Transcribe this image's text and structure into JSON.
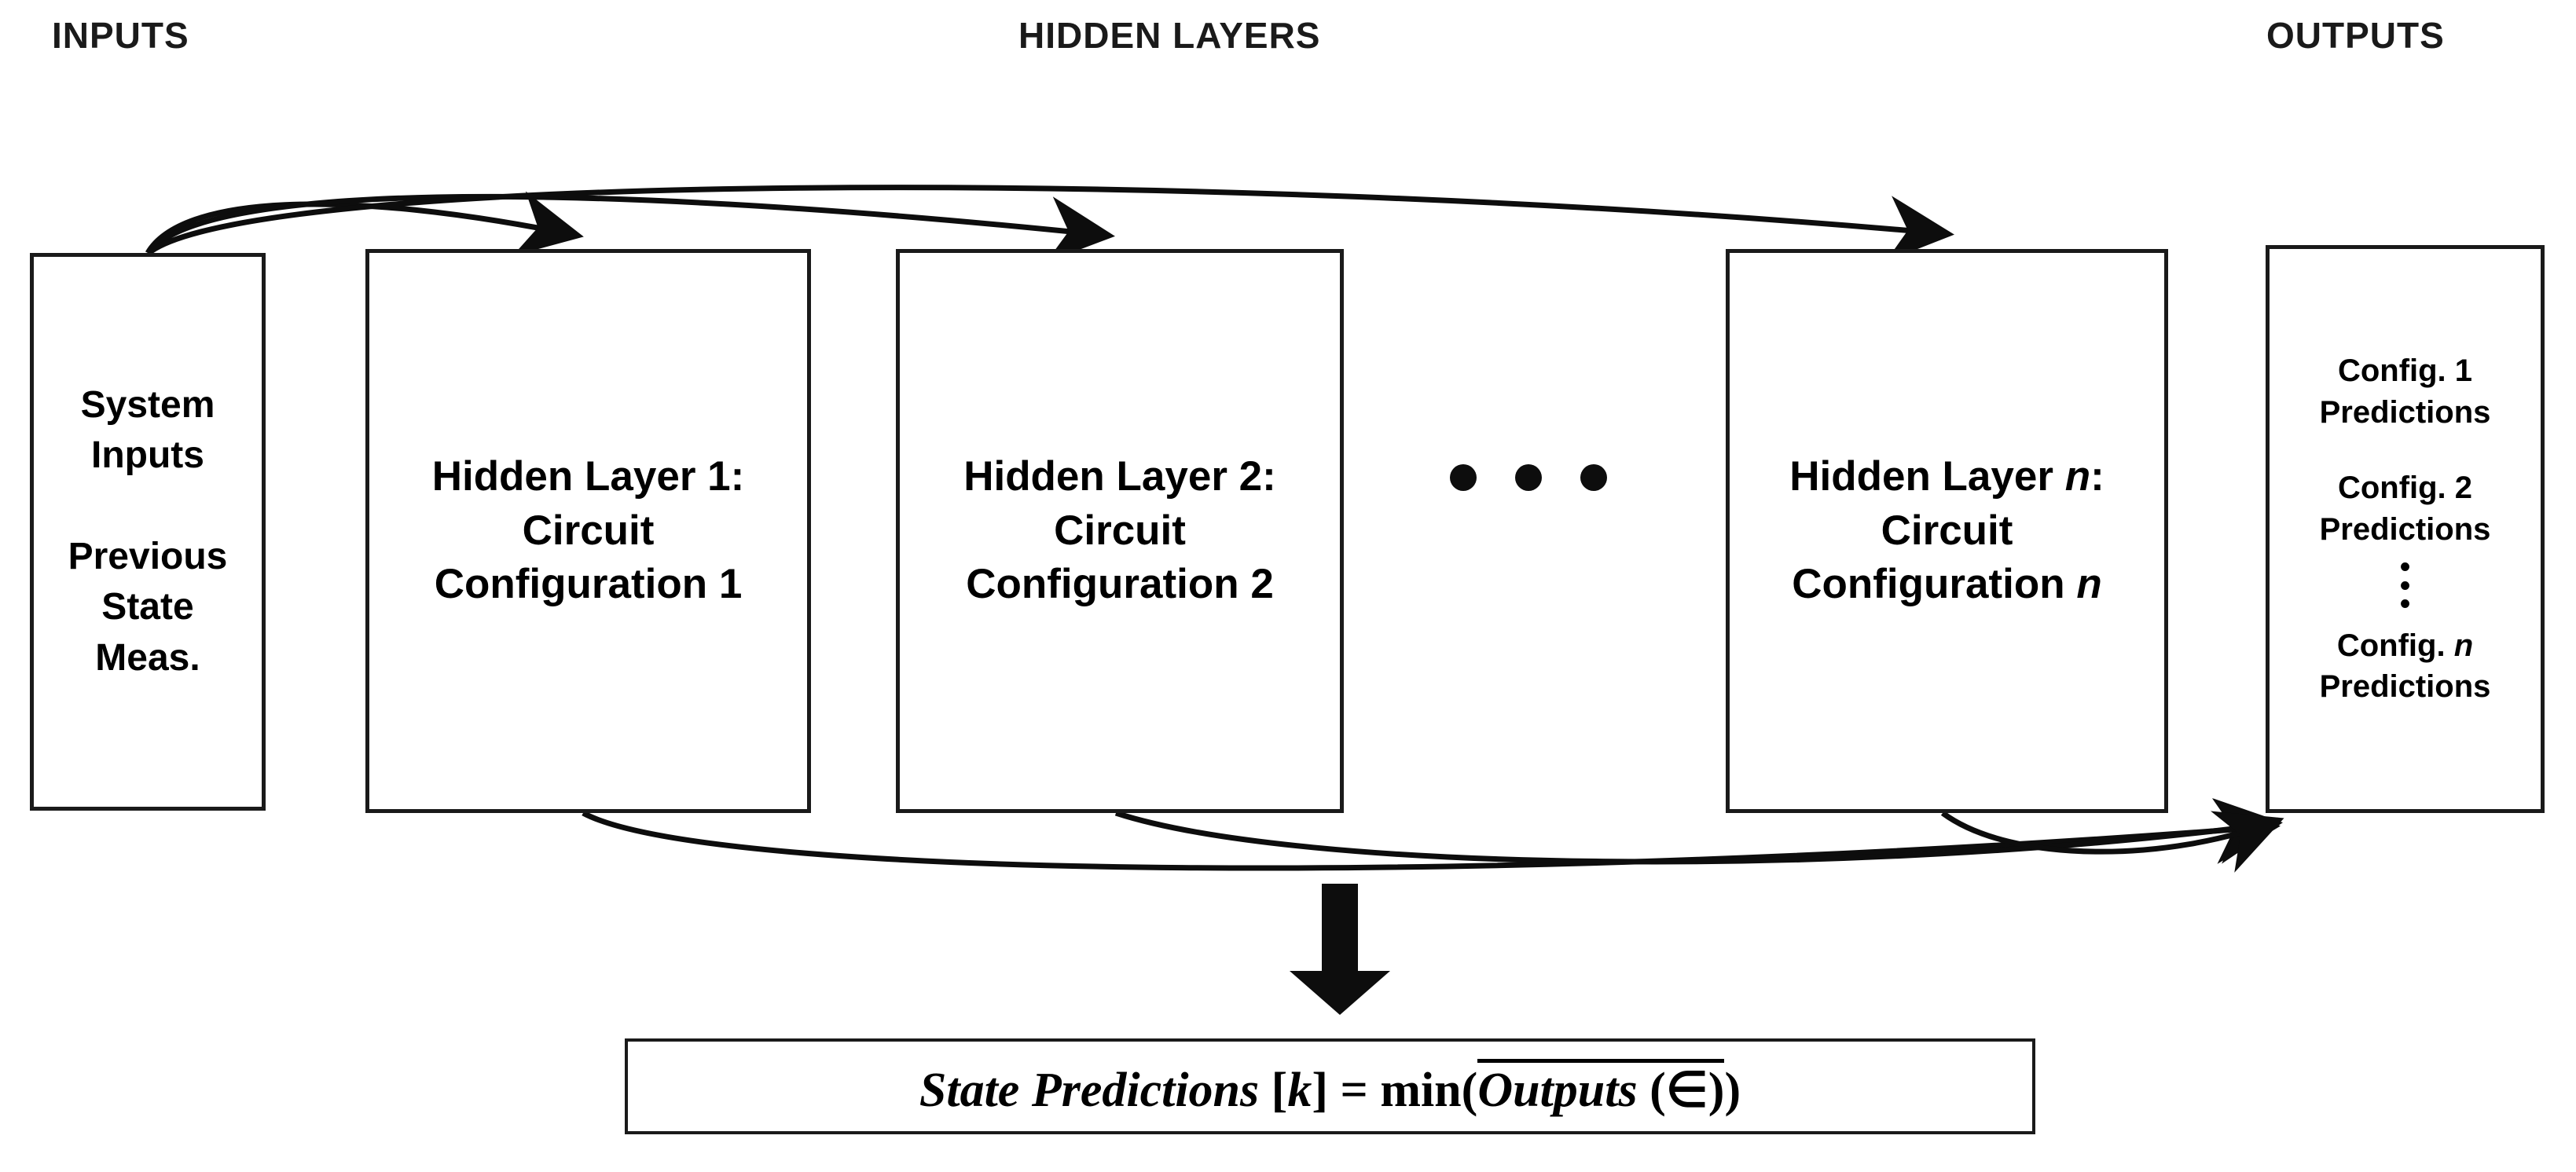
{
  "headings": {
    "inputs": "INPUTS",
    "hidden": "HIDDEN LAYERS",
    "outputs": "OUTPUTS"
  },
  "inputs_box": {
    "line1": "System",
    "line2": "Inputs",
    "line3": "Previous",
    "line4": "State",
    "line5": "Meas."
  },
  "hidden_layers": [
    {
      "title_prefix": "Hidden Layer ",
      "index": "1",
      "title_suffix": ":",
      "line2": "Circuit",
      "line3_prefix": "Configuration ",
      "line3_index": "1",
      "index_italic": false
    },
    {
      "title_prefix": "Hidden Layer ",
      "index": "2",
      "title_suffix": ":",
      "line2": "Circuit",
      "line3_prefix": "Configuration ",
      "line3_index": "2",
      "index_italic": false
    },
    {
      "title_prefix": "Hidden Layer ",
      "index": "n",
      "title_suffix": ":",
      "line2": "Circuit",
      "line3_prefix": "Configuration ",
      "line3_index": "n",
      "index_italic": true
    }
  ],
  "hidden_ellipsis": "•  •  •",
  "outputs_box": {
    "item1_line1_prefix": "Config. ",
    "item1_line1_index": "1",
    "item1_line2": "Predictions",
    "item2_line1_prefix": "Config. ",
    "item2_line1_index": "2",
    "item2_line2": "Predictions",
    "vertical_dots": "⋮",
    "item3_line1_prefix": "Config. ",
    "item3_line1_index": "n",
    "item3_line2": "Predictions"
  },
  "equation": {
    "lhs_term": "State Predictions",
    "lhs_bracket_open": " [",
    "lhs_index": "k",
    "lhs_bracket_close": "] ",
    "operator": "= ",
    "rhs_fn": "min(",
    "rhs_arg_term": "Outputs",
    "rhs_arg_set": " (∈)",
    "rhs_close": ")"
  },
  "colors": {
    "line": "#1a1a1a",
    "text": "#000000",
    "background": "#ffffff"
  }
}
